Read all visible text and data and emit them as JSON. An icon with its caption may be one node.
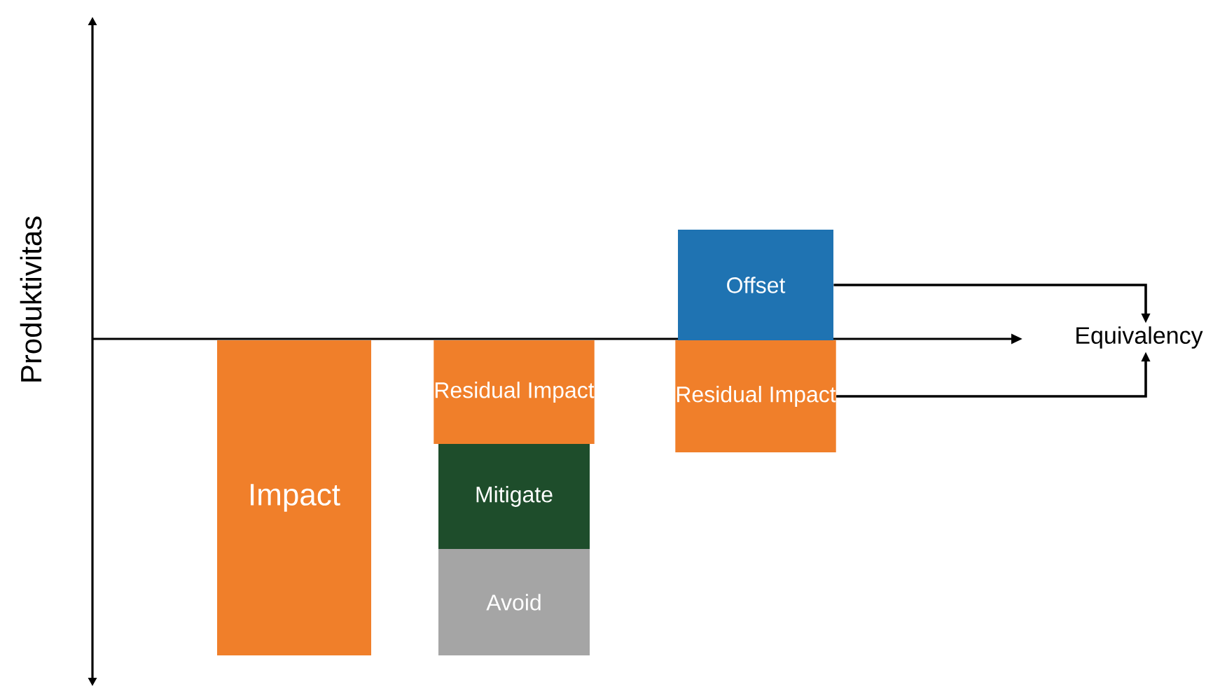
{
  "diagram": {
    "nodes": [
      {
        "text": [
          "Impact"
        ]
      },
      {
        "text": [
          "Residual Impact"
        ]
      },
      {
        "text": [
          "Mitigate"
        ]
      },
      {
        "text": [
          "Avoid"
        ]
      },
      {
        "text": [
          "Offset"
        ]
      },
      {
        "text": [
          "Residual Impact"
        ]
      },
      {
        "text": [
          "Equivalency"
        ]
      }
    ],
    "edges": [
      {
        "from": 4,
        "to": 6,
        "arrow": "to"
      },
      {
        "from": 5,
        "to": 6,
        "arrow": "to"
      }
    ],
    "labels": [
      "Produktivitas"
    ]
  }
}
